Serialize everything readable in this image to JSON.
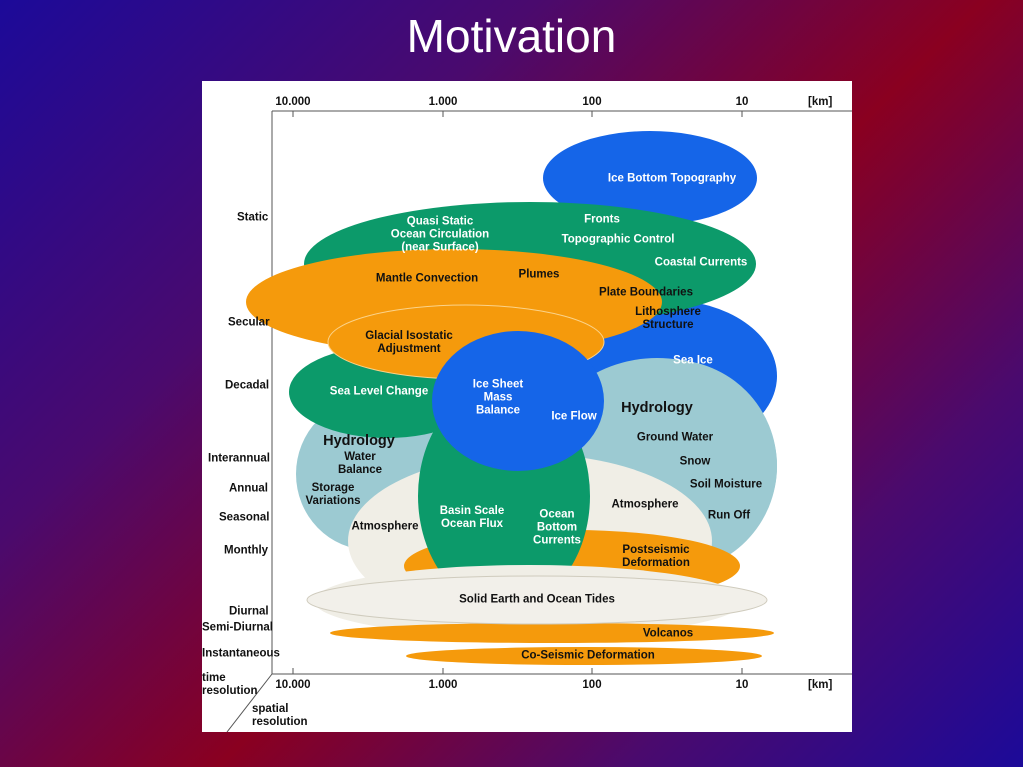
{
  "slide": {
    "title": "Motivation"
  },
  "spatial_axis": {
    "ticks": [
      "10.000",
      "1.000",
      "100",
      "10"
    ],
    "unit": "[km]",
    "label": "spatial\nresolution"
  },
  "time_axis": {
    "label": "time\nresolution",
    "categories": [
      "Static",
      "Secular",
      "Decadal",
      "Interannual",
      "Annual",
      "Seasonal",
      "Monthly",
      "Diurnal",
      "Semi-Diurnal",
      "Instantaneous"
    ]
  },
  "colors": {
    "blue": "#1565e8",
    "green": "#0c9a6a",
    "orange": "#f59a0c",
    "lightblue": "#9ccad2",
    "lightgray": "#f0eee6"
  },
  "regions": {
    "ice_bottom": "Ice Bottom Topography",
    "ocean_circ": "Quasi Static\nOcean Circulation\n(near Surface)",
    "fronts": "Fronts",
    "topo_control": "Topographic Control",
    "coastal": "Coastal Currents",
    "mantle": "Mantle Convection",
    "plumes": "Plumes",
    "plate": "Plate Boundaries",
    "litho": "Lithosphere\nStructure",
    "gia": "Glacial Isostatic\nAdjustment",
    "sea_ice": "Sea Ice",
    "sea_level": "Sea Level Change",
    "ice_sheet": "Ice Sheet\nMass\nBalance",
    "ice_flow": "Ice Flow",
    "hydro_right_title": "Hydrology",
    "ground_water": "Ground Water",
    "snow": "Snow",
    "soil": "Soil Moisture",
    "runoff": "Run Off",
    "hydro_left_title": "Hydrology",
    "water_balance": "Water\nBalance",
    "storage": "Storage\nVariations",
    "atm_left": "Atmosphere",
    "atm_right": "Atmosphere",
    "basin": "Basin Scale\nOcean Flux",
    "ocean_bottom": "Ocean\nBottom\nCurrents",
    "postseismic": "Postseismic\nDeformation",
    "tides": "Solid Earth and Ocean Tides",
    "volcanos": "Volcanos",
    "coseismic": "Co-Seismic Deformation"
  }
}
